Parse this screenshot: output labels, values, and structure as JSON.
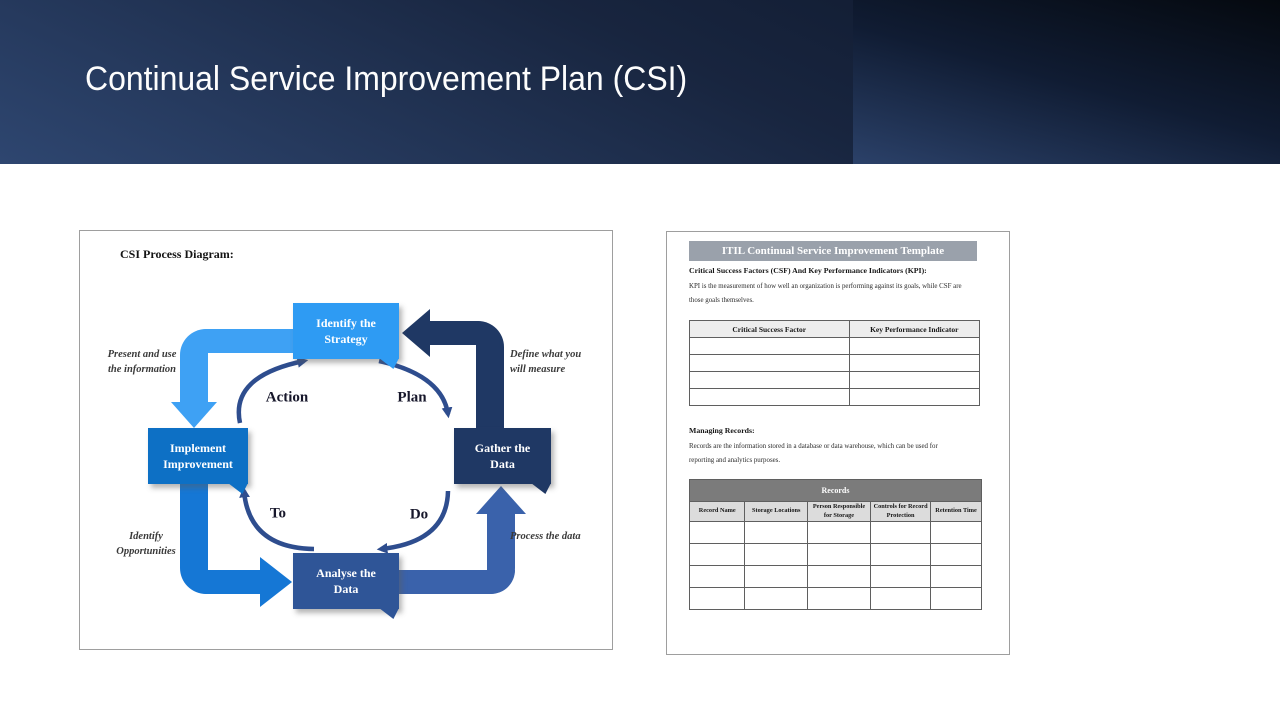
{
  "slide": {
    "title": "Continual Service Improvement Plan (CSI)"
  },
  "diagram_panel": {
    "heading": "CSI Process Diagram:",
    "boxes": {
      "identify": {
        "line1": "Identify the",
        "line2": "Strategy",
        "color": "#2E9BF3"
      },
      "gather": {
        "line1": "Gather the",
        "line2": "Data",
        "color": "#1F3864"
      },
      "analyse": {
        "line1": "Analyse the",
        "line2": "Data",
        "color": "#2F5597"
      },
      "implement": {
        "line1": "Implement",
        "line2": "Improvement",
        "color": "#0D70C5"
      }
    },
    "cycle_labels": {
      "top_left": "Action",
      "top_right": "Plan",
      "bottom_left": "To",
      "bottom_right": "Do"
    },
    "annotations": {
      "top_left": {
        "line1": "Present and use",
        "line2": "the information"
      },
      "top_right": {
        "line1": "Define what you",
        "line2": "will measure"
      },
      "bottom_left": {
        "line1": "Identify",
        "line2": "Opportunities"
      },
      "bottom_right": {
        "line1": "Process the data",
        "line2": ""
      }
    },
    "arrow_colors": {
      "light_blue": "#3EA1F4",
      "navy": "#1F3864",
      "bright_blue": "#1577D5",
      "slate": "#3A62AB",
      "arc": "#2E4D8E"
    }
  },
  "document_panel": {
    "title": "ITIL Continual Service Improvement Template",
    "csf_section": {
      "heading": "Critical Success Factors (CSF) And Key Performance Indicators (KPI):",
      "body_line1": "KPI is the measurement of how well an organization is performing against its goals, while CSF are",
      "body_line2": "those goals themselves.",
      "table": {
        "headers": [
          "Critical Success Factor",
          "Key Performance Indicator"
        ],
        "empty_row_count": 4
      }
    },
    "records_section": {
      "heading": "Managing Records:",
      "body_line1": "Records are the information stored in a database or data warehouse, which can be used for",
      "body_line2": "reporting and analytics purposes.",
      "table": {
        "title": "Records",
        "headers": [
          "Record Name",
          "Storage Locations",
          "Person Responsible for Storage",
          "Controls for Record Protection",
          "Retention Time"
        ],
        "empty_row_count": 4
      }
    }
  }
}
